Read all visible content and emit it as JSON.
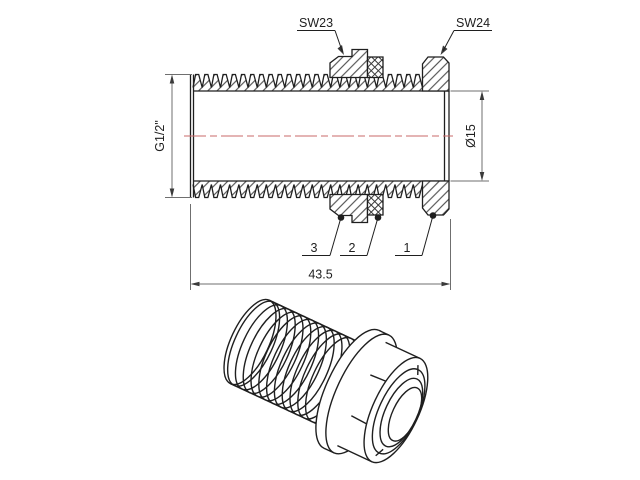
{
  "drawing": {
    "title_context": "threaded bulkhead fitting technical drawing",
    "labels": {
      "sw23": "SW23",
      "sw24": "SW24",
      "thread_size": "G1/2\"",
      "bore_diameter": "Ø15",
      "overall_length": "43.5",
      "item1": "1",
      "item2": "2",
      "item3": "3"
    },
    "colors": {
      "outline": "#1f1f1f",
      "hatch": "#3a3a3a",
      "dimension": "#6f6f6f",
      "centerline": "#c96a6a",
      "background": "#ffffff"
    }
  }
}
